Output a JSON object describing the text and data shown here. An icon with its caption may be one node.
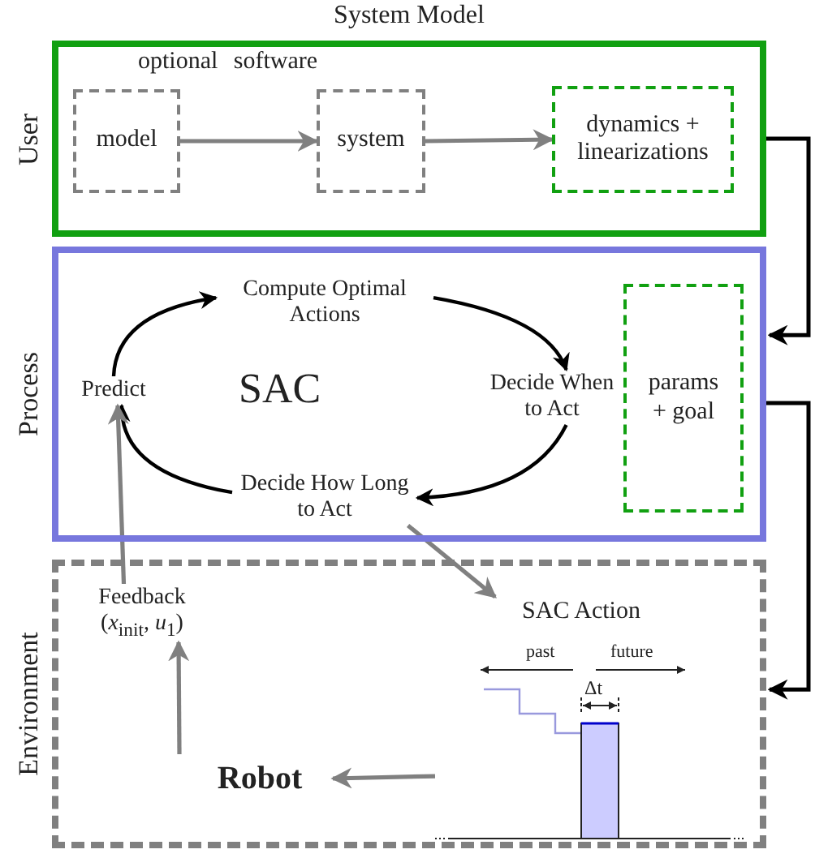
{
  "diagram": {
    "nodes": [
      {
        "text": [
          "System Model",
          "User"
        ]
      },
      {
        "text": [
          "model"
        ],
        "in": 0
      },
      {
        "text": [
          "system"
        ],
        "in": 0
      },
      {
        "text": [
          "dynamics + linearizations"
        ],
        "in": 0
      },
      {
        "text": [
          "Process"
        ]
      },
      {
        "text": [
          "Compute Optimal Actions"
        ],
        "in": 4
      },
      {
        "text": [
          "Decide When to Act"
        ],
        "in": 4
      },
      {
        "text": [
          "Decide How Long to Act"
        ],
        "in": 4
      },
      {
        "text": [
          "Predict"
        ],
        "in": 4
      },
      {
        "text": [
          "params + goal"
        ],
        "in": 4
      },
      {
        "text": [
          "Environment"
        ]
      },
      {
        "text": [
          "Feedback (*x*$_{init}$, *u*$_{1}$)"
        ],
        "in": 10
      },
      {
        "text": [
          "SAC Action"
        ],
        "in": 10
      },
      {
        "text": [],
        "shape": "picture",
        "in": 10
      },
      {
        "text": [
          "Robot"
        ],
        "in": 10
      }
    ],
    "edges": [
      {
        "from": 1,
        "to": 2,
        "arrow": "to"
      },
      {
        "from": 2,
        "to": 3,
        "arrow": "to"
      },
      {
        "from": 0,
        "to": 4,
        "arrow": "to",
        "color": "#000000"
      },
      {
        "from": 8,
        "to": 5,
        "arrow": "to",
        "color": "#000000"
      },
      {
        "from": 5,
        "to": 6,
        "arrow": "to",
        "color": "#000000"
      },
      {
        "from": 6,
        "to": 7,
        "arrow": "to",
        "color": "#000000"
      },
      {
        "from": 7,
        "to": 8,
        "arrow": "to",
        "color": "#000000"
      },
      {
        "from": 4,
        "to": 10,
        "arrow": "to",
        "color": "#000000"
      },
      {
        "from": 7,
        "to": 12,
        "arrow": "to"
      },
      {
        "from": 11,
        "to": 8,
        "arrow": "to"
      },
      {
        "from": 14,
        "to": 11,
        "arrow": "to"
      },
      {
        "from": 13,
        "to": 14,
        "arrow": "to"
      }
    ],
    "labels": [
      "optional software",
      "SAC",
      "past",
      "future",
      "Δt"
    ]
  }
}
